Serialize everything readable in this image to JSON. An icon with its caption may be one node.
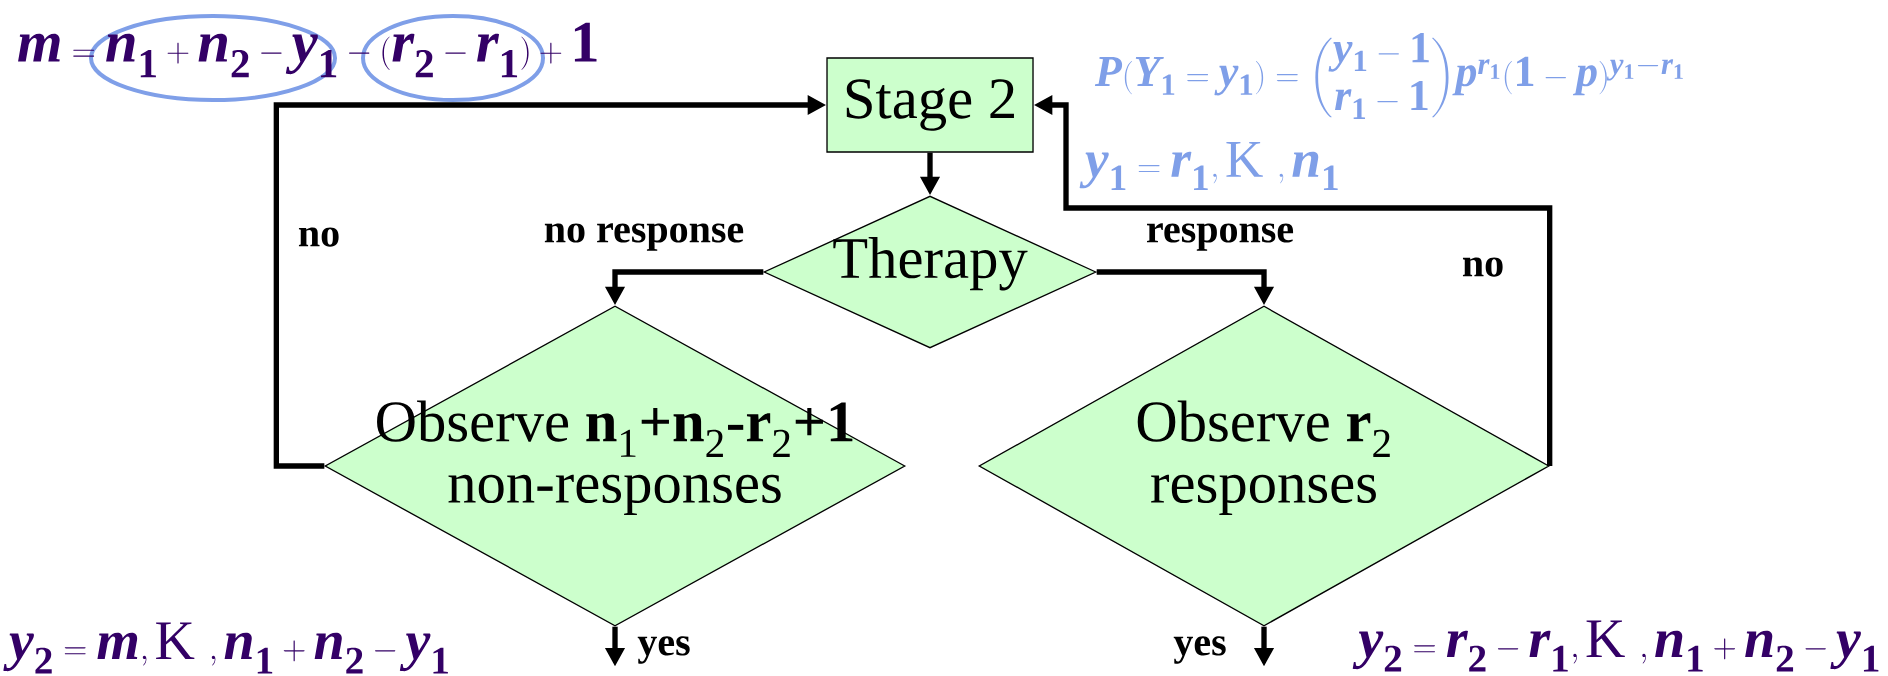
{
  "diagram": {
    "nodes": [
      {
        "text": [
          "Stage 2"
        ]
      },
      {
        "text": [
          "Therapy"
        ]
      },
      {
        "text": [
          "Observe **n**$_{1}$**+n**$_{2}$**-r**$_{2}$**+1** non-responses"
        ]
      },
      {
        "text": [
          "Observe **r**$_{2}$ responses"
        ]
      }
    ],
    "edges": [
      {
        "from": 0,
        "to": 1,
        "arrow": "to"
      },
      {
        "from": 1,
        "to": 2,
        "arrow": "to",
        "label": "no response"
      },
      {
        "from": 1,
        "to": 3,
        "arrow": "to",
        "label": "response"
      },
      {
        "from": 2,
        "to": 0,
        "arrow": "to",
        "label": "no"
      },
      {
        "from": 3,
        "to": 0,
        "arrow": "to",
        "label": "no"
      },
      {
        "from": 2,
        "to": null,
        "arrow": "to",
        "label": "yes"
      },
      {
        "from": 3,
        "to": null,
        "arrow": "to",
        "label": "yes"
      }
    ],
    "labels": [
      "m = n_1 + n_2 - y_1 - (r_2 - r_1) + 1",
      "P(Y_1 = y_1) = \\dbinom{y_1 - 1}{r_1 - 1} p^{r_1} (1 - p)^{y_1 - r_1}",
      "y_1 = r_1 , \\mathrm{K}\\ , n_1",
      "y_2 = m , \\mathrm{K}\\ , n_1 + n_2 - y_1",
      "y_2 = r_2 - r_1 , \\mathrm{K}\\ , n_1 + n_2 - y_1"
    ]
  }
}
